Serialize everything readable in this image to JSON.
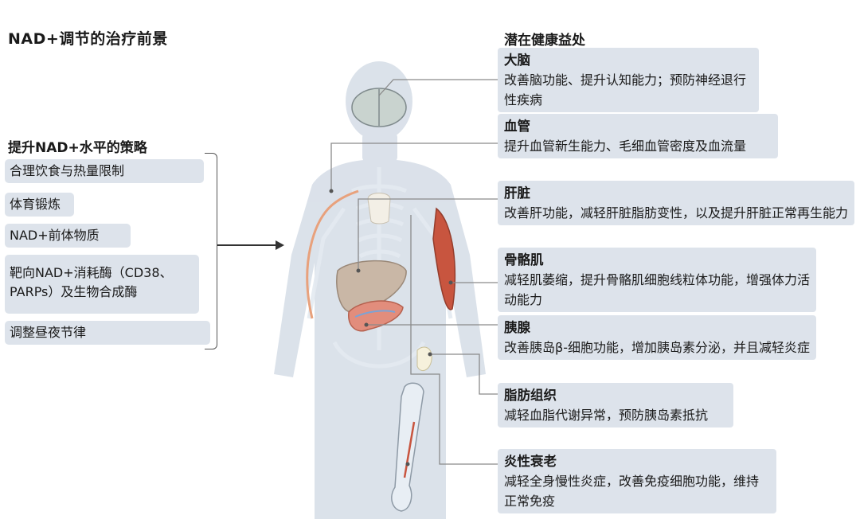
{
  "title": "NAD+调节的治疗前景",
  "strategies": {
    "heading": "提升NAD+水平的策略",
    "items": [
      "合理饮食与热量限制",
      "体育锻炼",
      "NAD+前体物质",
      "靶向NAD+消耗酶（CD38、PARPs）及生物合成酶",
      "调整昼夜节律"
    ]
  },
  "benefits": {
    "heading": "潜在健康益处",
    "items": [
      {
        "name": "大脑",
        "desc": "改善脑功能、提升认知能力；预防神经退行性疾病"
      },
      {
        "name": "血管",
        "desc": "提升血管新生能力、毛细血管密度及血流量"
      },
      {
        "name": "肝脏",
        "desc": "改善肝功能，减轻肝脏脂肪变性，以及提升肝脏正常再生能力"
      },
      {
        "name": "骨骼肌",
        "desc": "减轻肌萎缩，提升骨骼肌细胞线粒体功能，增强体力活动能力"
      },
      {
        "name": "胰腺",
        "desc": "改善胰岛β-细胞功能，增加胰岛素分泌，并且减轻炎症"
      },
      {
        "name": "脂肪组织",
        "desc": "减轻血脂代谢异常，预防胰岛素抵抗"
      },
      {
        "name": "炎性衰老",
        "desc": "减轻全身慢性炎症，改善免疫细胞功能，维持正常免疫"
      }
    ]
  },
  "colors": {
    "box_bg": "#dde3eb",
    "silhouette": "#cfd8e3",
    "bone": "#e4eaf1",
    "liver": "#c9b7a6",
    "pancreas": "#e28d7c",
    "muscle": "#c8553f",
    "vessel": "#e8a17c"
  }
}
